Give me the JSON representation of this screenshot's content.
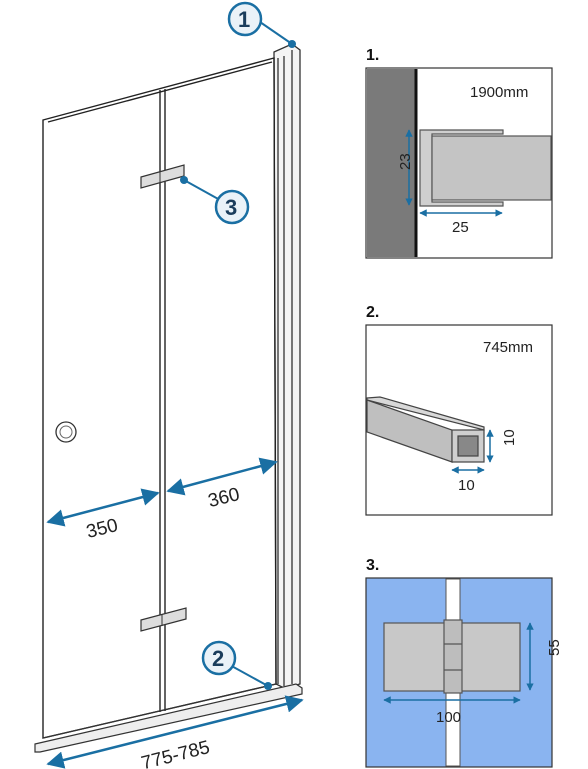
{
  "main_drawing": {
    "dim_left": "350",
    "dim_right": "360",
    "dim_total": "775-785",
    "callouts": [
      "1",
      "2",
      "3"
    ]
  },
  "details": [
    {
      "title": "1.",
      "length": "1900mm",
      "dim_a": "23",
      "dim_b": "25"
    },
    {
      "title": "2.",
      "length": "745mm",
      "dim_a": "10",
      "dim_b": "10"
    },
    {
      "title": "3.",
      "dim_a": "55",
      "dim_b": "100"
    }
  ],
  "colors": {
    "callout_stroke": "#1a6fa3",
    "callout_fill": "#eaf2f8",
    "dim_arrow": "#1a6fa3",
    "wall_gray": "#7a7a7a",
    "glass_blue": "#8ab4f0",
    "profile_gray": "#cfcfcf"
  }
}
